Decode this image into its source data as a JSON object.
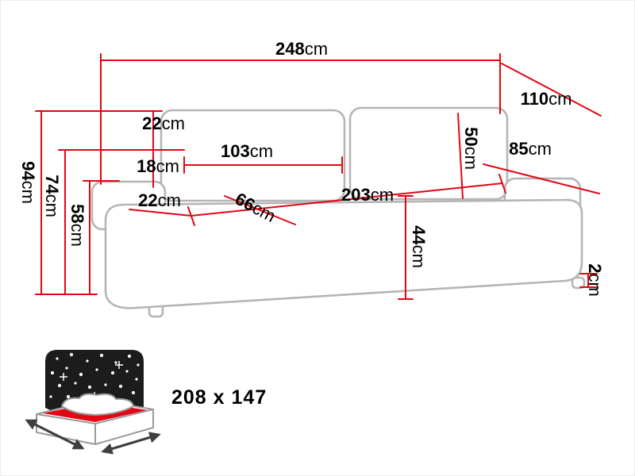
{
  "diagram": {
    "dims": {
      "total_width": {
        "v": "248",
        "u": "cm"
      },
      "total_depth": {
        "v": "110",
        "u": "cm"
      },
      "depth_front": {
        "v": "85",
        "u": "cm"
      },
      "total_height": {
        "v": "94",
        "u": "cm"
      },
      "back_height": {
        "v": "74",
        "u": "cm"
      },
      "arm_height": {
        "v": "58",
        "u": "cm"
      },
      "back_top_gap": {
        "v": "22",
        "u": "cm"
      },
      "back_mid_gap": {
        "v": "18",
        "u": "cm"
      },
      "cushion_width": {
        "v": "103",
        "u": "cm"
      },
      "cushion_height": {
        "v": "50",
        "u": "cm"
      },
      "arm_width": {
        "v": "22",
        "u": "cm"
      },
      "seat_depth": {
        "v": "66",
        "u": "cm"
      },
      "seat_width": {
        "v": "203",
        "u": "cm"
      },
      "seat_height": {
        "v": "44",
        "u": "cm"
      },
      "leg_height": {
        "v": "2",
        "u": "cm"
      }
    },
    "sleeping_area": {
      "label": "208 x 147"
    },
    "colors": {
      "dimension_red": "#e30613",
      "sofa_outline": "#b5b5b5",
      "night_black": "#1c1c1c",
      "sleeping_text_gray": "#8c8c8c"
    }
  }
}
